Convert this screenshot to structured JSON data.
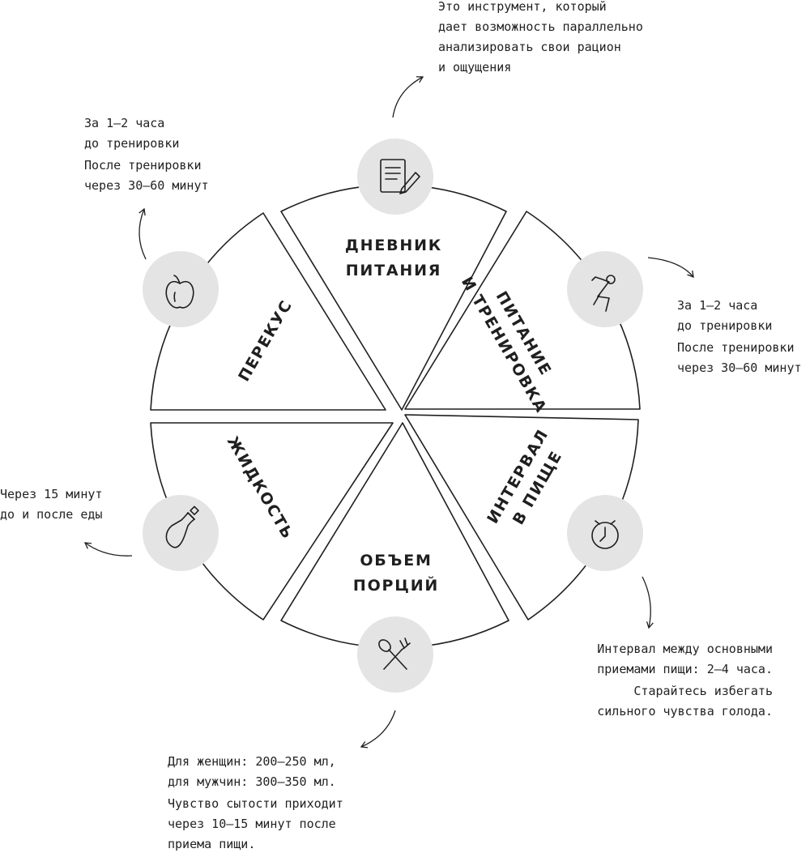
{
  "colors": {
    "stroke": "#1f1f1f",
    "circle_fill": "#e4e4e4",
    "text": "#222222"
  },
  "segments": {
    "diary": {
      "line1": "ДНЕВНИК",
      "line2": "ПИТАНИЯ",
      "icon": "notepad-pencil-icon"
    },
    "training": {
      "line1": "ПИТАНИЕ",
      "line2": "И ТРЕНИРОВКА",
      "icon": "squat-person-icon"
    },
    "interval": {
      "line1": "ИНТЕРВАЛ",
      "line2": "В ПИЩЕ",
      "icon": "clock-icon"
    },
    "portion": {
      "line1": "ОБЪЕМ",
      "line2": "ПОРЦИЙ",
      "icon": "fork-spoon-icon"
    },
    "fluid": {
      "line1": "ЖИДКОСТЬ",
      "icon": "bottle-icon"
    },
    "snack": {
      "line1": "ПЕРЕКУС",
      "icon": "apple-icon"
    }
  },
  "notes": {
    "diary": {
      "p1": "Это инструмент, который\nдает возможность параллельно\nанализировать свои рацион\nи ощущения"
    },
    "snack": {
      "p1": "За 1–2 часа\nдо тренировки",
      "p2": "После тренировки\nчерез 30–60 минут"
    },
    "training": {
      "p1": "За 1–2 часа\nдо тренировки",
      "p2": "После тренировки\nчерез 30–60 минут"
    },
    "fluid": {
      "p1": "Через 15 минут\nдо и после еды"
    },
    "interval": {
      "p1": "Интервал между основными\nприемами пищи: 2–4 часа.",
      "p2": "Старайтесь избегать\nсильного чувства голода."
    },
    "portion": {
      "p1": "Для женщин: 200–250 мл,\nдля мужчин: 300–350 мл.",
      "p2": "Чувство сытости приходит\nчерез 10–15 минут после\nприема пищи."
    }
  }
}
